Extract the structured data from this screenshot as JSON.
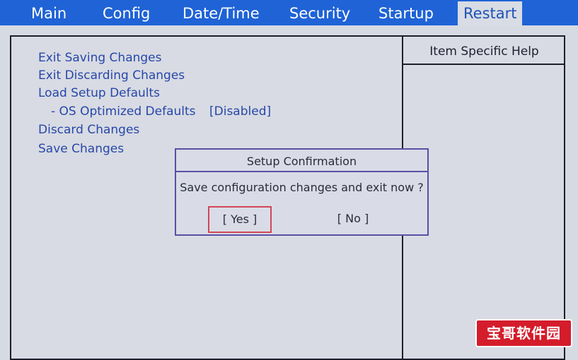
{
  "menubar": {
    "tabs": [
      {
        "label": "Main"
      },
      {
        "label": "Config"
      },
      {
        "label": "Date/Time"
      },
      {
        "label": "Security"
      },
      {
        "label": "Startup"
      },
      {
        "label": "Restart",
        "active": true
      }
    ]
  },
  "menu": {
    "items": [
      {
        "label": "Exit Saving Changes"
      },
      {
        "label": "Exit Discarding Changes"
      },
      {
        "label": "Load Setup Defaults"
      },
      {
        "label": "- OS Optimized Defaults",
        "value": "[Disabled]"
      },
      {
        "label": "Discard Changes"
      },
      {
        "label": "Save Changes"
      }
    ]
  },
  "help": {
    "title": "Item Specific Help"
  },
  "dialog": {
    "title": "Setup Confirmation",
    "message": "Save configuration changes and exit now ?",
    "yes_label": "[ Yes ]",
    "no_label": "[ No ]"
  },
  "watermark": {
    "text": "宝哥软件园"
  },
  "colors": {
    "menubar_bg": "#1f63d6",
    "background": "#d6dae2",
    "menu_text": "#2747a8",
    "dialog_border": "#5a4ea6",
    "focus_border": "#d2475a"
  }
}
